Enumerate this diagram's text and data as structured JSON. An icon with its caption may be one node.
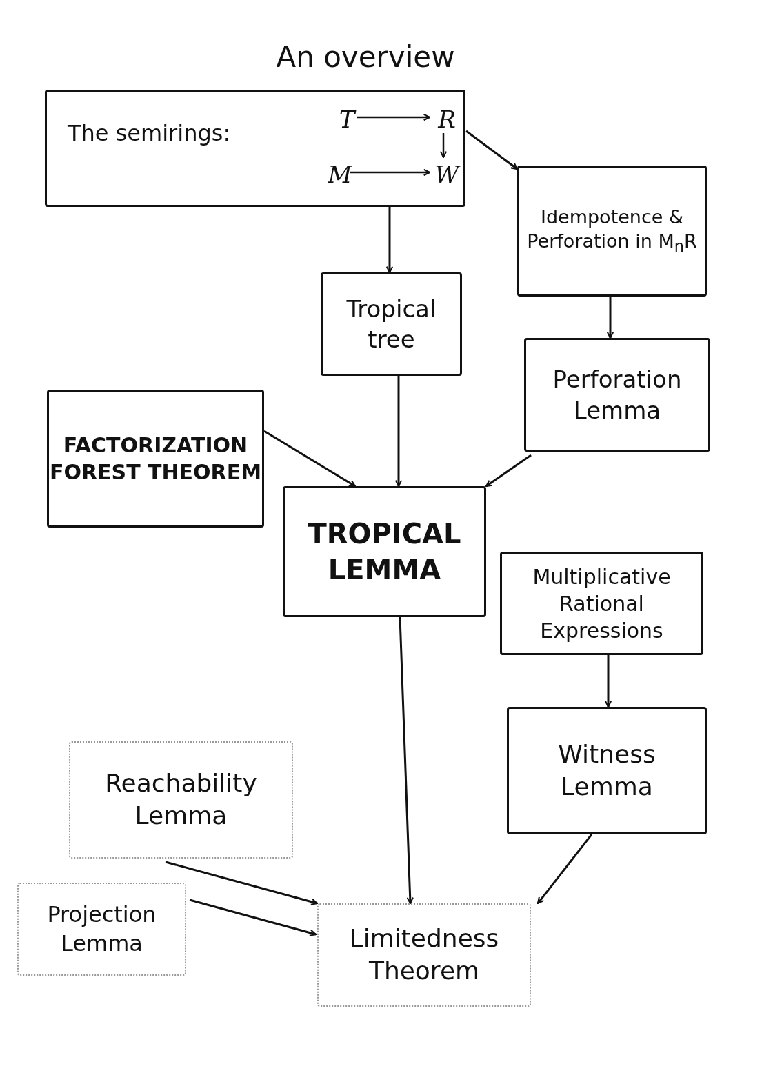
{
  "diagram": {
    "title": "An overview",
    "nodes": [
      {
        "text": [
          "The semirings:"
        ]
      },
      {
        "text": [
          "T"
        ],
        "in": 0
      },
      {
        "text": [
          "R"
        ],
        "in": 0
      },
      {
        "text": [
          "M"
        ],
        "in": 0
      },
      {
        "text": [
          "W"
        ],
        "in": 0
      },
      {
        "text": [
          "Idempotence & Perforation in M$_{n}$R"
        ]
      },
      {
        "text": [
          "Tropical tree"
        ]
      },
      {
        "text": [
          "Perforation Lemma"
        ]
      },
      {
        "text": [
          "FACTORIZATION FOREST THEOREM"
        ]
      },
      {
        "text": [
          "TROPICAL LEMMA"
        ]
      },
      {
        "text": [
          "Multiplicative Rational Expressions"
        ]
      },
      {
        "text": [
          "Reachability Lemma"
        ]
      },
      {
        "text": [
          "Witness Lemma"
        ]
      },
      {
        "text": [
          "Projection Lemma"
        ]
      },
      {
        "text": [
          "Limitedness Theorem"
        ]
      }
    ],
    "edges": [
      {
        "from": 1,
        "to": 2,
        "arrow": "to"
      },
      {
        "from": 2,
        "to": 4,
        "arrow": "to"
      },
      {
        "from": 3,
        "to": 4,
        "arrow": "to"
      },
      {
        "from": 0,
        "to": 5,
        "arrow": "to"
      },
      {
        "from": 0,
        "to": 6,
        "arrow": "to"
      },
      {
        "from": 5,
        "to": 7,
        "arrow": "to"
      },
      {
        "from": 6,
        "to": 9,
        "arrow": "to"
      },
      {
        "from": 8,
        "to": 9,
        "arrow": "to"
      },
      {
        "from": 7,
        "to": 9,
        "arrow": "to"
      },
      {
        "from": 9,
        "to": 14,
        "arrow": "to"
      },
      {
        "from": 10,
        "to": 12,
        "arrow": "to"
      },
      {
        "from": 12,
        "to": 14,
        "arrow": "to"
      },
      {
        "from": 11,
        "to": 14,
        "arrow": "to"
      },
      {
        "from": 13,
        "to": 14,
        "arrow": "to"
      }
    ]
  }
}
